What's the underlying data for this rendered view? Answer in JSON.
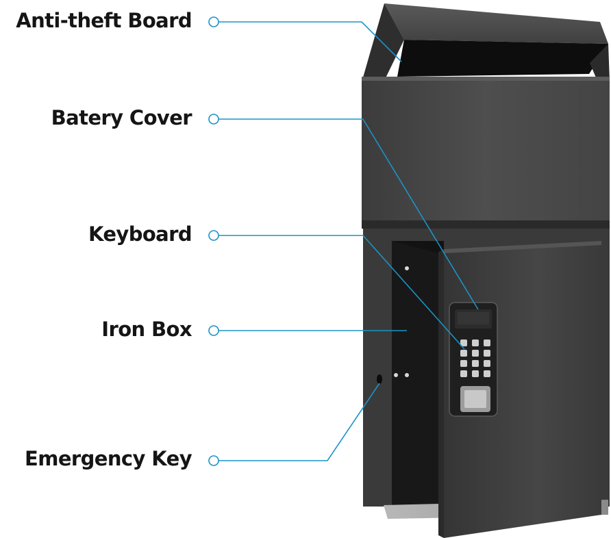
{
  "callouts": [
    {
      "label": "Anti-theft Board"
    },
    {
      "label": "Batery Cover"
    },
    {
      "label": "Keyboard"
    },
    {
      "label": "Iron Box"
    },
    {
      "label": "Emergency Key"
    }
  ],
  "colors": {
    "callout_line": "#1b93c6",
    "label_text": "#151515",
    "body": "#454545",
    "interior": "#111111",
    "door": "#3e3e3e"
  }
}
